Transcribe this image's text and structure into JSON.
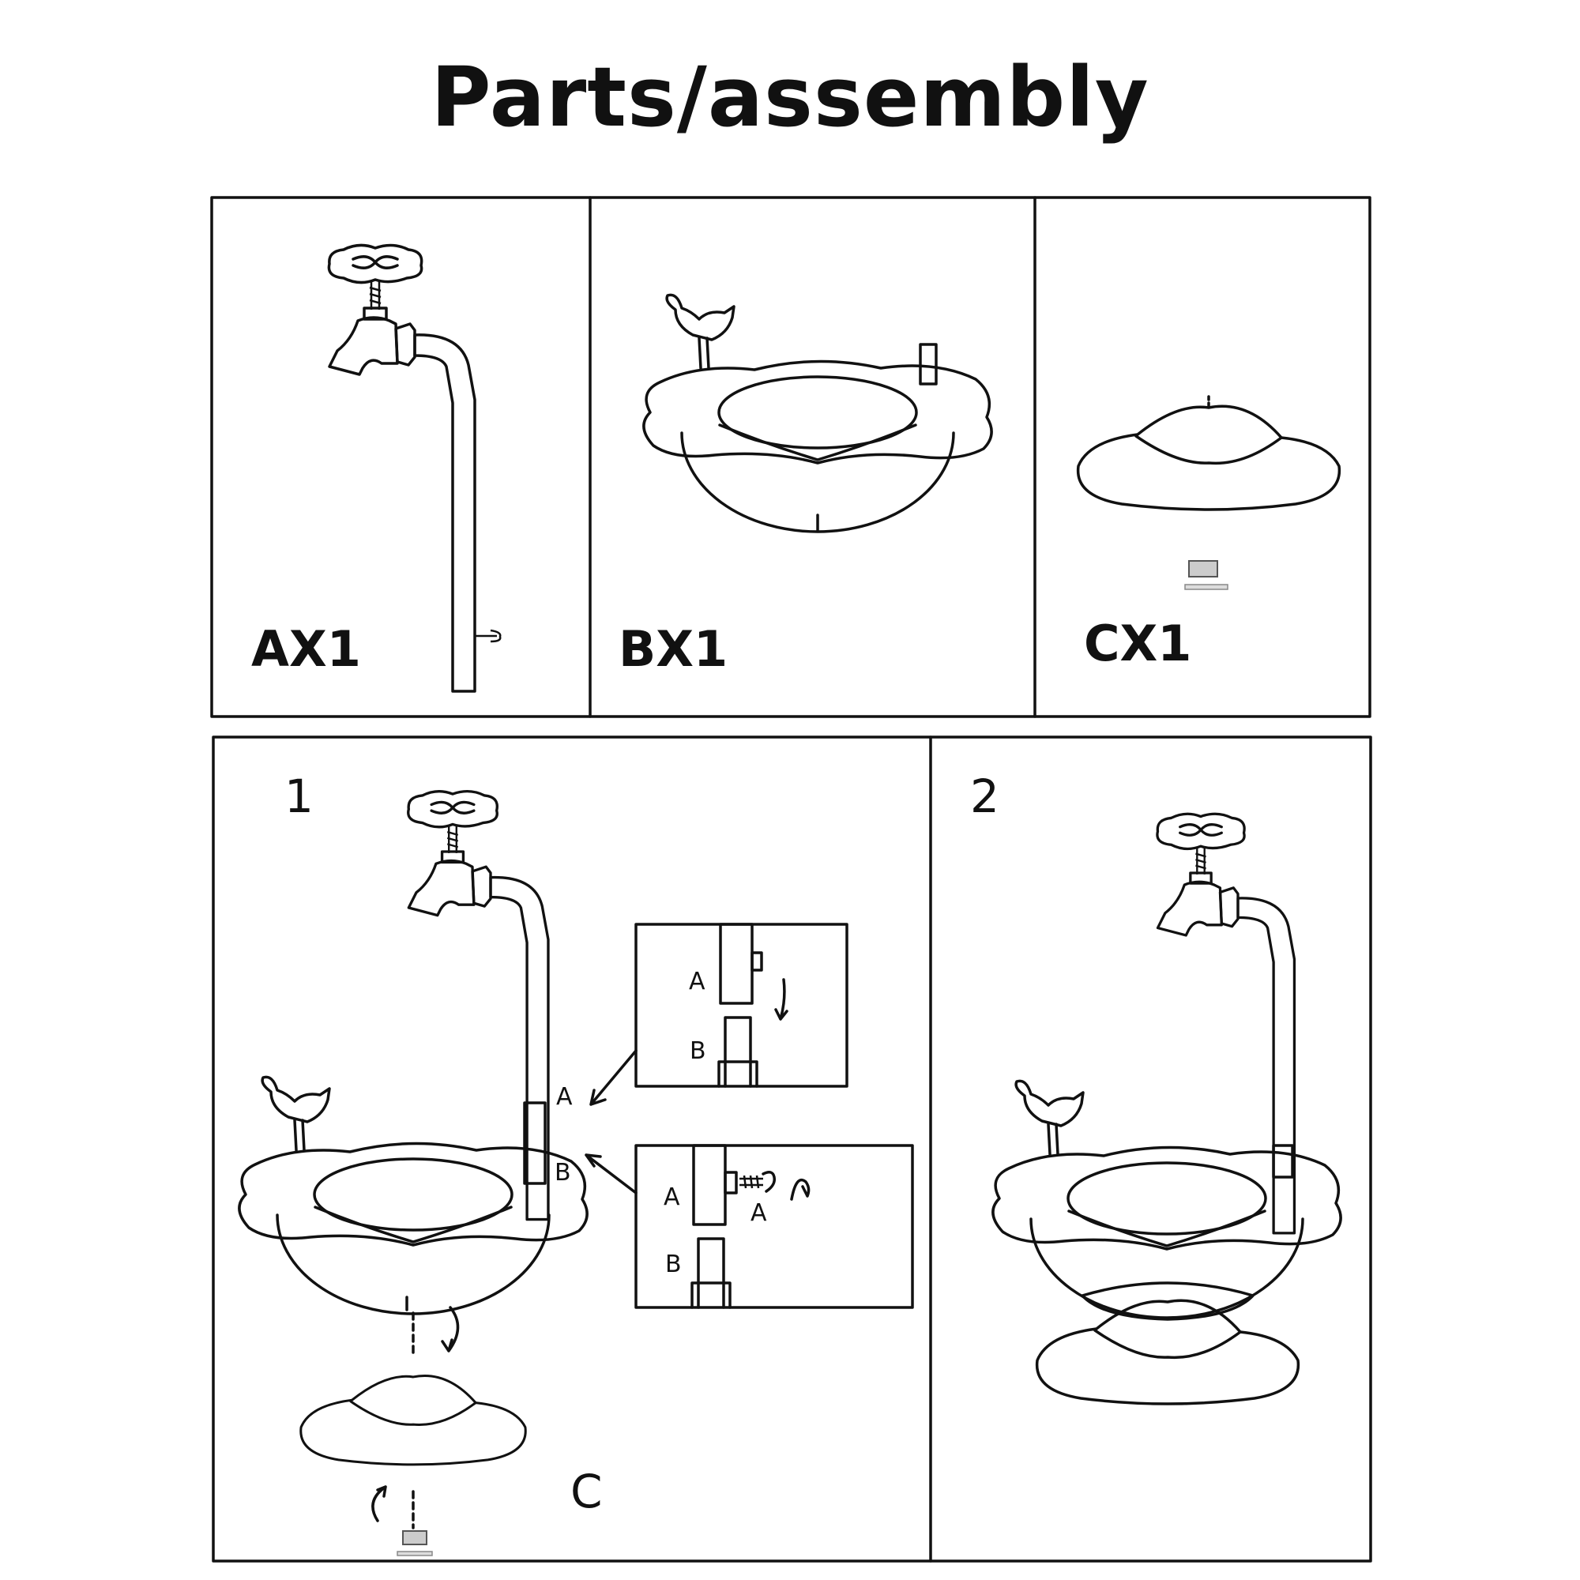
{
  "title": "Parts/assembly",
  "parts": [
    {
      "label": "AX1"
    },
    {
      "label": "BX1"
    },
    {
      "label": "CX1"
    }
  ],
  "steps": [
    {
      "label": "1"
    },
    {
      "label": "2"
    }
  ],
  "callouts": {
    "a": "A",
    "b": "B",
    "c": "C"
  }
}
